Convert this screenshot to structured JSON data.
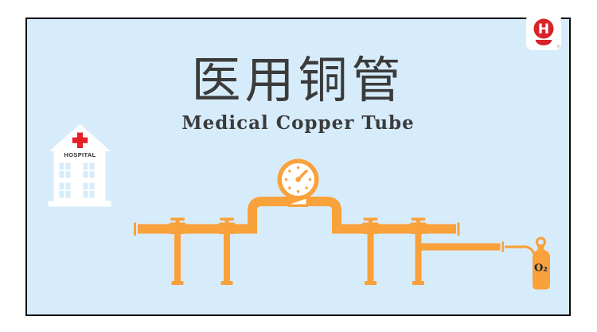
{
  "slide": {
    "title_zh": "医用铜管",
    "title_en": "Medical Copper Tube"
  },
  "hospital": {
    "label": "HOSPITAL"
  },
  "oxygen_tank": {
    "label": "O₂"
  },
  "logo": {
    "name": "hailiang-logo",
    "letter": "H",
    "registered_mark": "®"
  },
  "icons": {
    "gauge": "pressure-gauge-icon",
    "valves": "valve-icon",
    "hospital": "hospital-building-icon",
    "tank": "oxygen-cylinder-icon"
  },
  "colors": {
    "panel_background": "#D7ECFB",
    "frame_border": "#0A0A0A",
    "pipe_orange": "#F9A13B",
    "cross_red": "#E62129",
    "logo_red": "#D7232A",
    "title_text": "#3B3B3B",
    "o2_text": "#132638",
    "building_white": "#FFFFFF"
  }
}
